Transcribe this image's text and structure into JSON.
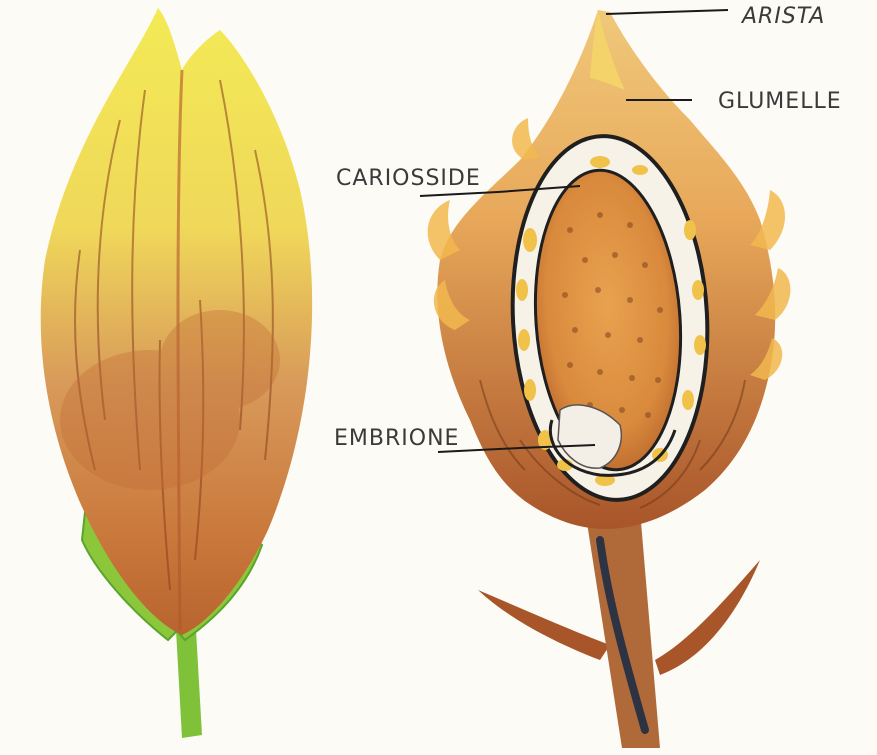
{
  "labels": {
    "arista": "ARISTA",
    "glumelle": "GLUMELLE",
    "cariosside": "CARIOSSIDE",
    "embrione": "EMBRIONE"
  },
  "colors": {
    "paper": "#fcfbf6",
    "yellow": "#f4e64a",
    "yellow_light": "#f6ef86",
    "orange_brown": "#c9773b",
    "brown": "#a8552a",
    "dark_brown": "#6e3518",
    "green": "#8cc63a",
    "green_dark": "#5aa52b",
    "white_layer": "#f7f2e8",
    "ink": "#222222",
    "stem_dark": "#2e3344"
  }
}
